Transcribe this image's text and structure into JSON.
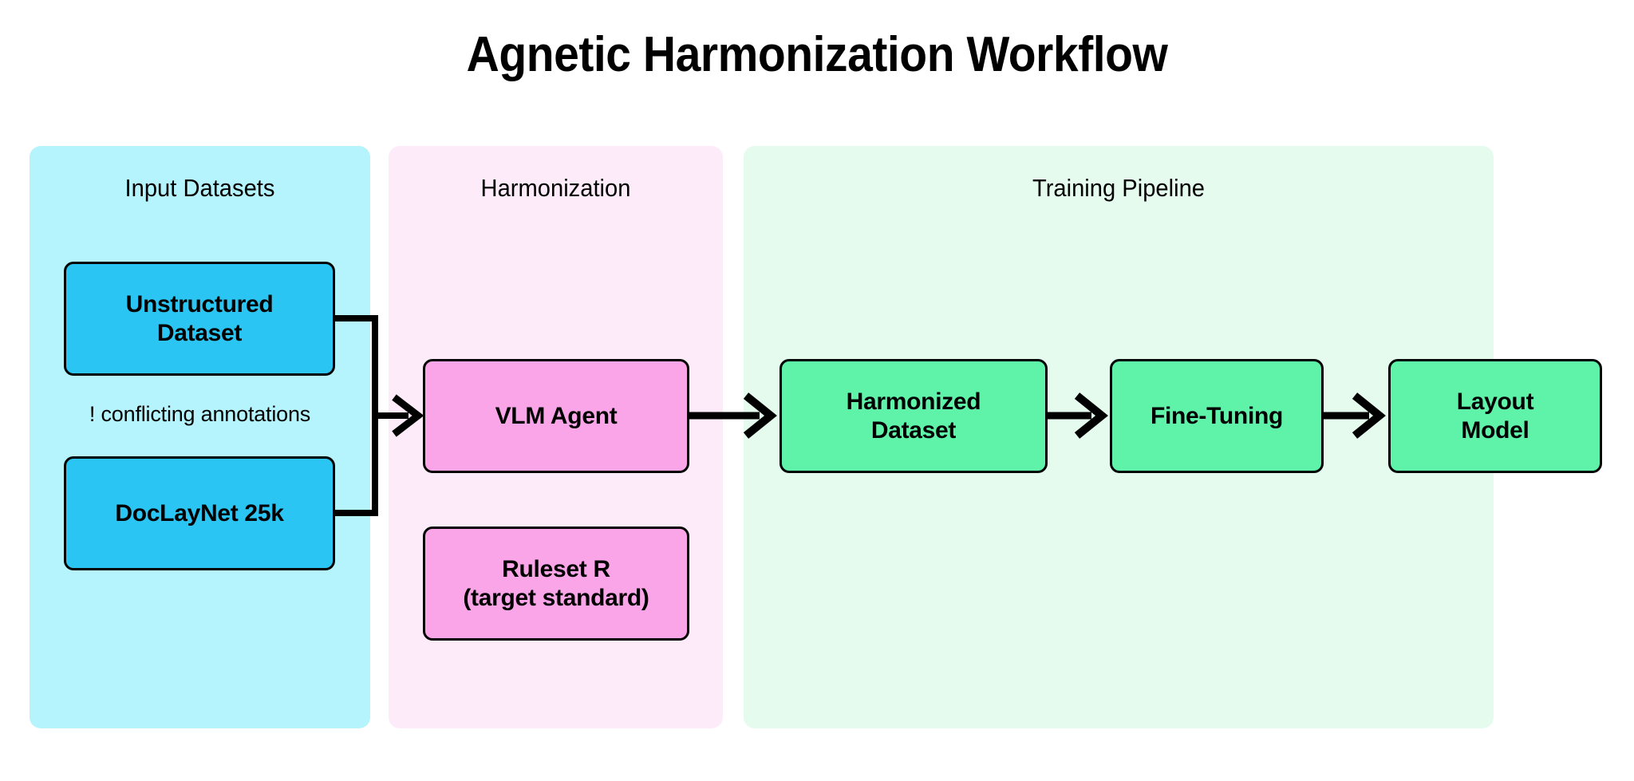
{
  "title": "Agnetic Harmonization Workflow",
  "panels": [
    {
      "id": "input",
      "header": "Input Datasets",
      "bg": "#b5f3fd"
    },
    {
      "id": "harmonization",
      "header": "Harmonization",
      "bg": "#fdebf9"
    },
    {
      "id": "training",
      "header": "Training Pipeline",
      "bg": "#e4fbee"
    }
  ],
  "nodes": {
    "unstructured": {
      "label": "Unstructured\nDataset",
      "line1": "Unstructured",
      "line2": "Dataset",
      "color": "#2ac5f2"
    },
    "doclaynet": {
      "label": "DocLayNet 25k",
      "line1": "DocLayNet 25k",
      "line2": "",
      "color": "#2ac5f2"
    },
    "vlm_agent": {
      "label": "VLM Agent",
      "line1": "VLM Agent",
      "line2": "",
      "color": "#fba5e9"
    },
    "ruleset": {
      "label": "Ruleset R\n(target standard)",
      "line1": "Ruleset R",
      "line2": "(target standard)",
      "color": "#fba5e9"
    },
    "harmonized": {
      "label": "Harmonized\nDataset",
      "line1": "Harmonized",
      "line2": "Dataset",
      "color": "#5ef3a9"
    },
    "finetuning": {
      "label": "Fine-Tuning",
      "line1": "Fine-Tuning",
      "line2": "",
      "color": "#5ef3a9"
    },
    "layout_model": {
      "label": "Layout\nModel",
      "line1": "Layout",
      "line2": "Model",
      "color": "#5ef3a9"
    }
  },
  "annotations": {
    "conflict_note": "! conflicting annotations"
  },
  "colors": {
    "panel_input_bg": "#b5f3fd",
    "panel_harmonization_bg": "#fdebf9",
    "panel_training_bg": "#e4fbee",
    "node_blue": "#2ac5f2",
    "node_pink": "#fba5e9",
    "node_green": "#5ef3a9",
    "stroke": "#000000",
    "page_bg": "#ffffff"
  },
  "flow": [
    {
      "from": "unstructured",
      "to": "vlm_agent"
    },
    {
      "from": "doclaynet",
      "to": "vlm_agent"
    },
    {
      "from": "vlm_agent",
      "to": "harmonized"
    },
    {
      "from": "harmonized",
      "to": "finetuning"
    },
    {
      "from": "finetuning",
      "to": "layout_model"
    }
  ]
}
